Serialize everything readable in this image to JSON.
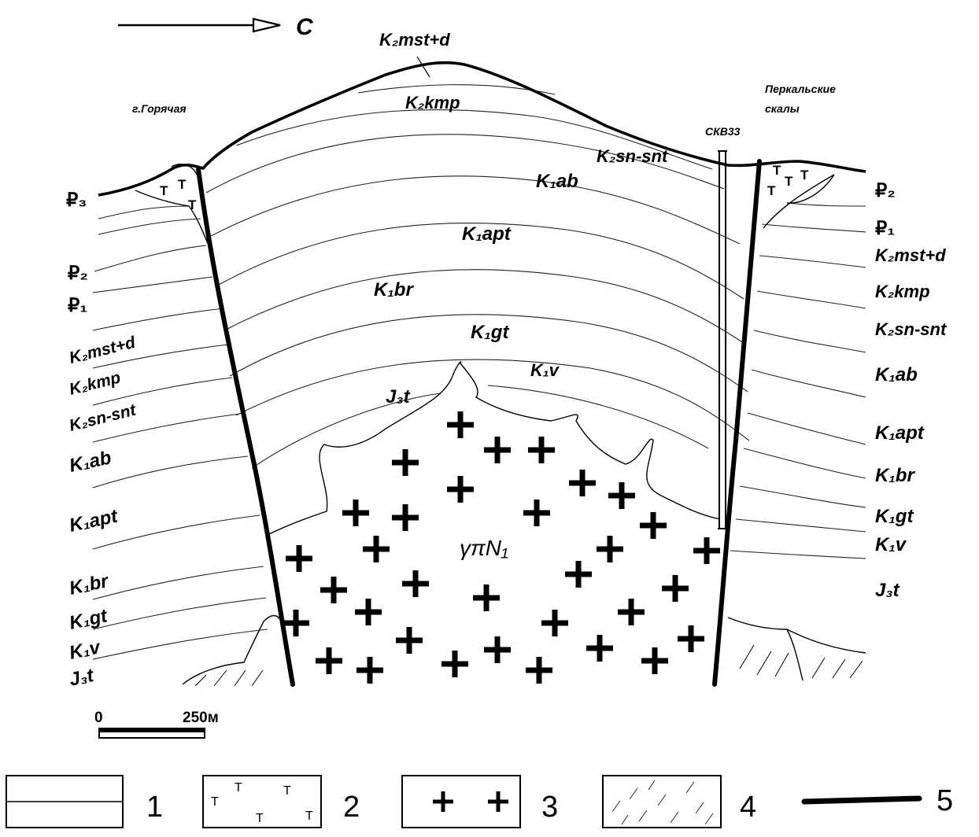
{
  "direction": {
    "label": "С"
  },
  "places": {
    "left": "г.Горячая",
    "right_line1": "Перкальские",
    "right_line2": "скалы",
    "borehole": "СКВ33"
  },
  "center_labels": {
    "mst_d": "K₂mst+d",
    "kmp": "K₂kmp",
    "sn_snt": "K₂sn-snt",
    "ab": "K₁ab",
    "apt": "K₁apt",
    "br": "K₁br",
    "gt": "K₁gt",
    "v": "K₁v",
    "j3t": "J₃t",
    "intrusion": "γπN₁"
  },
  "left_labels": [
    "₽₃",
    "₽₂",
    "₽₁",
    "K₂mst+d",
    "K₂kmp",
    "K₂sn-snt",
    "K₁ab",
    "K₁apt",
    "K₁br",
    "K₁gt",
    "K₁v",
    "J₃t"
  ],
  "right_labels": [
    "₽₂",
    "₽₁",
    "K₂mst+d",
    "K₂kmp",
    "K₂sn-snt",
    "K₁ab",
    "K₁apt",
    "K₁br",
    "K₁gt",
    "K₁v",
    "J₃t"
  ],
  "tuff_mark": "T",
  "scale": {
    "start": "0",
    "end": "250м"
  },
  "legend": [
    {
      "number": "1"
    },
    {
      "number": "2"
    },
    {
      "number": "3"
    },
    {
      "number": "4"
    },
    {
      "number": "5"
    }
  ],
  "colors": {
    "ink": "#000000",
    "background": "#ffffff"
  }
}
